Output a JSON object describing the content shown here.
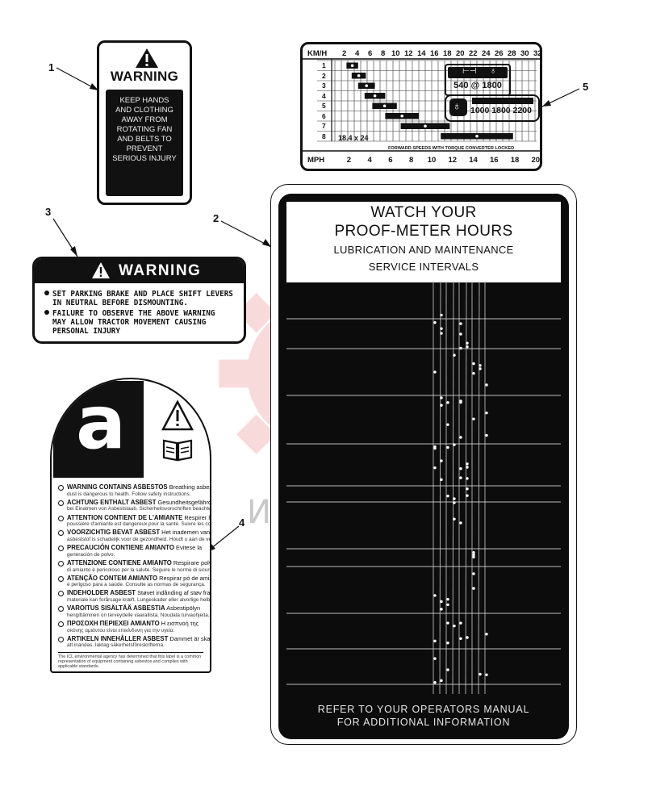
{
  "callouts": {
    "c1": "1",
    "c2": "2",
    "c3": "3",
    "c4": "4",
    "c5": "5"
  },
  "decal1": {
    "heading": "WARNING",
    "lines": [
      "KEEP HANDS",
      "AND CLOTHING",
      "AWAY FROM",
      "ROTATING FAN",
      "AND BELTS TO",
      "PREVENT",
      "SERIOUS INJURY"
    ]
  },
  "decal3": {
    "heading": "WARNING",
    "item1": [
      "SET PARKING BRAKE AND PLACE SHIFT LEVERS",
      "IN NEUTRAL BEFORE DISMOUNTING."
    ],
    "item2": [
      "FAILURE TO OBSERVE THE ABOVE WARNING",
      "MAY ALLOW TRACTOR MOVEMENT CAUSING",
      "PERSONAL INJURY"
    ]
  },
  "decal5": {
    "kmh_label": "KM/H",
    "kmh_ticks": [
      "2",
      "4",
      "6",
      "8",
      "10",
      "12",
      "14",
      "16",
      "18",
      "20",
      "22",
      "24",
      "26",
      "28",
      "30",
      "32"
    ],
    "mph_label": "MPH",
    "mph_ticks": [
      "2",
      "4",
      "6",
      "8",
      "10",
      "12",
      "14",
      "16",
      "18",
      "20"
    ],
    "gears": [
      "1",
      "2",
      "3",
      "4",
      "5",
      "6",
      "7",
      "8"
    ],
    "tire_size": "18.4 x 24",
    "caption": "FORWARD SPEEDS WITH TORQUE CONVERTER LOCKED",
    "pto_box": "540 @ 1800",
    "rpm_box": "1000 1800 2200",
    "rpm_values": [
      1000,
      1800,
      2200
    ],
    "bars": [
      {
        "gear": 1,
        "kmh_start": 2.8,
        "kmh_end": 4.6
      },
      {
        "gear": 2,
        "kmh_start": 3.6,
        "kmh_end": 5.8
      },
      {
        "gear": 3,
        "kmh_start": 4.6,
        "kmh_end": 7.2
      },
      {
        "gear": 4,
        "kmh_start": 5.6,
        "kmh_end": 8.8
      },
      {
        "gear": 5,
        "kmh_start": 6.8,
        "kmh_end": 10.6
      },
      {
        "gear": 6,
        "kmh_start": 8.8,
        "kmh_end": 14.0
      },
      {
        "gear": 7,
        "kmh_start": 11.2,
        "kmh_end": 18.8
      },
      {
        "gear": 8,
        "kmh_start": 17.4,
        "kmh_end": 28.6
      }
    ]
  },
  "decal2": {
    "title1": "WATCH YOUR",
    "title2": "PROOF-METER HOURS",
    "subtitle1": "LUBRICATION AND MAINTENANCE",
    "subtitle2": "SERVICE INTERVALS",
    "footer1": "REFER TO YOUR OPERATORS MANUAL",
    "footer2": "FOR ADDITIONAL INFORMATION"
  },
  "decal4": {
    "letter": "a",
    "messages": [
      {
        "title": "WARNING CONTAINS ASBESTOS",
        "rest": "Breathing asbestos",
        "sub": "dust is dangerous to health. Follow safety instructions."
      },
      {
        "title": "ACHTUNG ENTHALT ASBEST",
        "rest": "Gesundheitsgefährdung",
        "sub": "bei Einatmen von Asbeststaub. Sicherheitsvorschriften beachten."
      },
      {
        "title": "ATTENTION CONTIENT DE L'AMIANTE",
        "rest": "Respirer la",
        "sub": "poussière d'amiante est dangereux pour la santé. Suivre les consignes de sécurité."
      },
      {
        "title": "VOORZICHTIG BEVAT ASBEST",
        "rest": "Het inademen van",
        "sub": "asbeststof is schadelijk voor de gezondheid. Houdt u aan de veiligheidsvoorschriften."
      },
      {
        "title": "PRECAUCIÓN CONTIENE AMIANTO",
        "rest": "Evitese la",
        "sub": "generación de polvo."
      },
      {
        "title": "ATTENZIONE CONTIENE AMIANTO",
        "rest": "Respirare polvere",
        "sub": "di amianto è pericoloso per la salute. Seguire le norme di sicurezza."
      },
      {
        "title": "ATENÇÃO CONTEM AMIANTO",
        "rest": "Respirar pó de amianto",
        "sub": "é perigoso para a saúde. Consulte as normas de segurança."
      },
      {
        "title": "INDEHOLDER ASBEST",
        "rest": "Støvet indånding af støv fra dette",
        "sub": "materiale kan forårsage kræft. Lungeskader eller alvorlige helbredsskader."
      },
      {
        "title": "VAROITUS SISÄLTÄÄ ASBESTIA",
        "rest": "Asbestipölyn",
        "sub": "hengittäminen on terveydelle vaarallista. Noudata turvaohjeita."
      },
      {
        "title": "ΠΡΟΣΟΧΗ ΠΕΡΙΕΧΕΙ ΑΜΙΑΝΤΟ",
        "rest": "Η εισπνοή της",
        "sub": "σκόνης αμιάντου είναι επικίνδυνη για την υγεία."
      },
      {
        "title": "ARTIKELN INNEHÅLLER ASBEST",
        "rest": "Dammet är skadligt",
        "sub": "att inandas. Iaktag säkerhetsföreskrifterna."
      }
    ],
    "fineprint": "The ICL environmental agency has determined that this label is a common representation of equipment containing asbestos and complies with applicable standards."
  }
}
